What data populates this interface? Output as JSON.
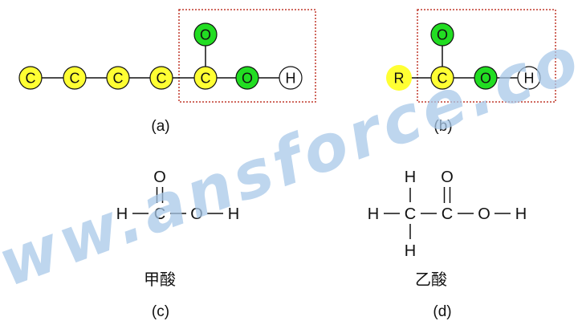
{
  "colors": {
    "carbon": "#ffff33",
    "oxygen": "#22dd22",
    "hydrogen": "#ffffff",
    "r_group": "#ffff33",
    "outline": "#111111",
    "box": "#c0392b",
    "watermark": "#a8c8e8"
  },
  "watermark": {
    "text": "www.ansforce.com"
  },
  "panel_a": {
    "atoms": {
      "c1": "C",
      "c2": "C",
      "c3": "C",
      "c4": "C",
      "c5": "C",
      "o_top": "O",
      "o_right": "O",
      "h": "H"
    },
    "caption": "(a)"
  },
  "panel_b": {
    "atoms": {
      "r": "R",
      "c": "C",
      "o_top": "O",
      "o_right": "O",
      "h": "H"
    },
    "caption": "(b)"
  },
  "panel_c": {
    "atoms": {
      "h_left": "H",
      "c": "C",
      "o_top": "O",
      "o_right": "O",
      "h_right": "H"
    },
    "name": "甲酸",
    "caption": "(c)"
  },
  "panel_d": {
    "atoms": {
      "h_left": "H",
      "c1": "C",
      "h_top": "H",
      "h_bottom": "H",
      "c2": "C",
      "o_top": "O",
      "o_right": "O",
      "h_right": "H"
    },
    "name": "乙酸",
    "caption": "(d)"
  }
}
